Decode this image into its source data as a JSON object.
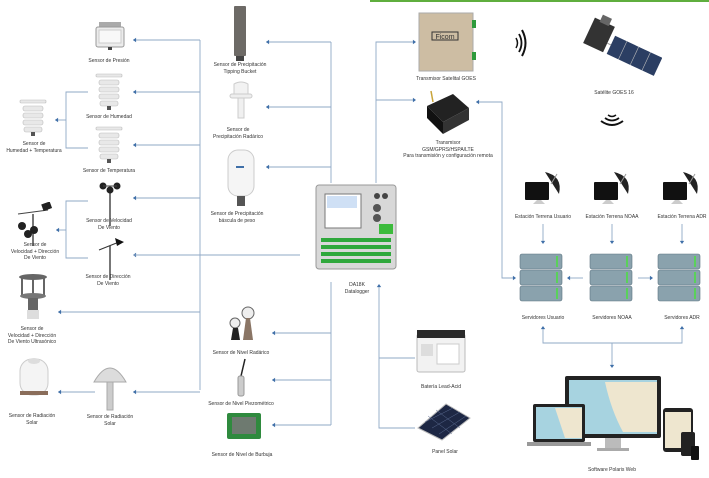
{
  "colors": {
    "connector": "#3f6fa8",
    "header_bar": "#5fae3e"
  },
  "sensors_left": {
    "pressure": {
      "label": [
        "Sensor de Presión"
      ],
      "icon": "pressure-sensor-icon"
    },
    "humidity": {
      "label": [
        "Sensor de Humedad"
      ],
      "icon": "radiation-shield-icon"
    },
    "temperature": {
      "label": [
        "Sensor de Temperatura"
      ],
      "icon": "radiation-shield-icon"
    },
    "humidity_temperature": {
      "label": [
        "Sensor de",
        "Humedad + Temperatura"
      ],
      "icon": "radiation-shield-icon"
    },
    "wind_speed": {
      "label": [
        "Sensor de Velocidad",
        "De Viento"
      ],
      "icon": "anemometer-icon"
    },
    "wind_speed_direction": {
      "label": [
        "Sensor de",
        "Velocidad + Dirección",
        "De Viento"
      ],
      "icon": "anemometer-vane-icon"
    },
    "wind_direction": {
      "label": [
        "Sensor de Dirección",
        "De Viento"
      ],
      "icon": "wind-vane-icon"
    },
    "wind_ultrasonic": {
      "label": [
        "Sensor de",
        "Velocidad + Dirección",
        "De Viento Ultrasónico"
      ],
      "icon": "ultrasonic-anemometer-icon"
    },
    "solar_radiation_a": {
      "label": [
        "Sensor de Radiación",
        "Solar"
      ],
      "icon": "pyranometer-icon"
    },
    "solar_radiation_b": {
      "label": [
        "Sensor de Radiación",
        "Solar"
      ],
      "icon": "pyranometer-dome-icon"
    }
  },
  "sensors_middle": {
    "rain_tipping": {
      "label": [
        "Sensor de Precipitación",
        "Tipping Bucket"
      ],
      "icon": "rain-gauge-icon"
    },
    "rain_radar": {
      "label": [
        "Sensor de",
        "Precipitación Radárico"
      ],
      "icon": "radar-rain-icon"
    },
    "rain_weight": {
      "label": [
        "Sensor de Precipitación",
        "báscula de peso"
      ],
      "icon": "weighing-gauge-icon"
    },
    "level_radar": {
      "label": [
        "Sensor de Nivel Radárico"
      ],
      "icon": "radar-level-icon"
    },
    "level_piezo": {
      "label": [
        "Sensor de Nivel Piezométrico"
      ],
      "icon": "piezometer-icon"
    },
    "level_bubble": {
      "label": [
        "Sensor de Nivel de Burbuja"
      ],
      "icon": "bubbler-icon"
    }
  },
  "datalogger": {
    "label": [
      "DA18K",
      "Datalogger"
    ],
    "icon": "datalogger-icon"
  },
  "transmitters": {
    "goes": {
      "label": [
        "Transmisor Satelital GOES"
      ],
      "brand": "Ficom",
      "icon": "goes-transmitter-icon"
    },
    "gsm": {
      "label": [
        "Transmisor",
        "GSM/GPRS/HSPA/LTE",
        "Para transmisión y configuración remota"
      ],
      "icon": "gsm-modem-icon"
    }
  },
  "power": {
    "battery": {
      "label": [
        "Batería Lead-Acid"
      ],
      "icon": "battery-icon"
    },
    "solar_panel": {
      "label": [
        "Panel Solar"
      ],
      "icon": "solar-panel-icon"
    }
  },
  "satellite": {
    "label": [
      "Satélite GOES 16"
    ],
    "icon": "satellite-icon"
  },
  "ground_stations": [
    {
      "label": [
        "Estación Terrena Usuario"
      ],
      "icon": "ground-station-icon"
    },
    {
      "label": [
        "Estación Terrena NOAA"
      ],
      "icon": "ground-station-icon"
    },
    {
      "label": [
        "Estación Terrena ADR"
      ],
      "icon": "ground-station-icon"
    }
  ],
  "servers": [
    {
      "label": [
        "Servidores Usuario"
      ],
      "icon": "server-rack-icon"
    },
    {
      "label": [
        "Servidores NOAA"
      ],
      "icon": "server-rack-icon"
    },
    {
      "label": [
        "Servidores ADR"
      ],
      "icon": "server-rack-icon"
    }
  ],
  "software": {
    "label": [
      "Software Polaris Web"
    ],
    "icon": "devices-icon"
  }
}
